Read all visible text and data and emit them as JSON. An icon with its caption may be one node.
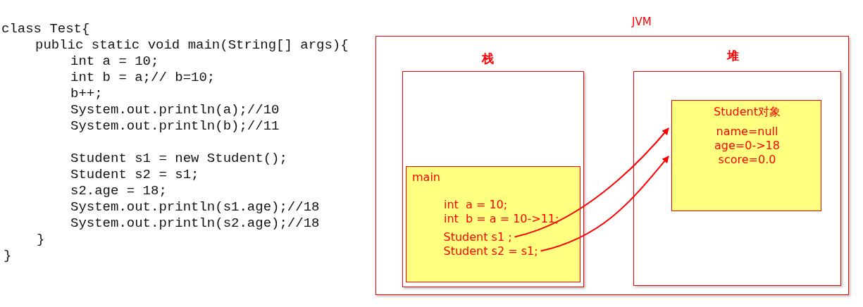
{
  "diagram": {
    "nodes": [
      {
        "text": [
          "JVM"
        ]
      },
      {
        "text": [
          "栈"
        ],
        "in": 0
      },
      {
        "text": [
          "main",
          "int  a = 10; int  b = a = 10->11;"
        ],
        "in": 1
      },
      {
        "text": [
          "Student s1 ;"
        ],
        "in": 2
      },
      {
        "text": [
          "Student s2 = s1;"
        ],
        "in": 2
      },
      {
        "text": [
          "堆"
        ],
        "in": 0
      },
      {
        "text": [
          "Student对象",
          "name=null age=0->18 score=0.0"
        ],
        "in": 5
      }
    ],
    "edges": [
      {
        "from": 3,
        "to": 6,
        "arrow": "to"
      },
      {
        "from": 4,
        "to": 6,
        "arrow": "to"
      }
    ],
    "labels": [
      "class Test{",
      "public static void main(String[] args){",
      "int a = 10;",
      "int b = a;// b=10;",
      "b++;",
      "System.out.println(a);//10",
      "System.out.println(b);//11",
      "Student s1 = new Student();",
      "Student s2 = s1;",
      "s2.age = 18;",
      "System.out.println(s1.age);//18",
      "System.out.println(s2.age);//18",
      "}",
      "}"
    ]
  }
}
